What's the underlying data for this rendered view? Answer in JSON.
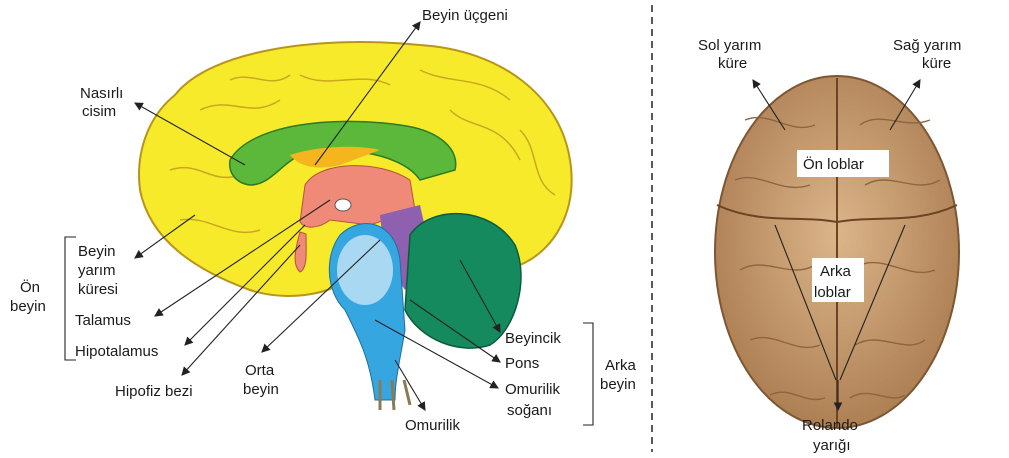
{
  "left_diagram": {
    "labels": {
      "beyin_ucgeni": "Beyin üçgeni",
      "nasirli_cisim": [
        "Nasırlı",
        "cisim"
      ],
      "beyin_yarim_kuresi": [
        "Beyin",
        "yarım",
        "küresi"
      ],
      "on_beyin": [
        "Ön",
        "beyin"
      ],
      "talamus": "Talamus",
      "hipotalamus": "Hipotalamus",
      "hipofiz_bezi": "Hipofiz bezi",
      "orta_beyin": [
        "Orta",
        "beyin"
      ],
      "omurilik": "Omurilik",
      "beyincik": "Beyincik",
      "pons": "Pons",
      "omurilik_sogani": [
        "Omurilik",
        "soğanı"
      ],
      "arka_beyin": [
        "Arka",
        "beyin"
      ]
    },
    "colors": {
      "cerebrum": "#f7ea2a",
      "corpus": "#5cb83a",
      "triangle": "#f5b51c",
      "thalamus": "#ef8a78",
      "midbrain": "#8f5fb0",
      "cerebellum": "#148a5e",
      "stem": "#35a6e0"
    }
  },
  "right_diagram": {
    "labels": {
      "sol_yarim_kure": [
        "Sol yarım",
        "küre"
      ],
      "sag_yarim_kure": [
        "Sağ yarım",
        "küre"
      ],
      "on_loblar": "Ön loblar",
      "arka_loblar": [
        "Arka",
        "loblar"
      ],
      "rolando_yarigi": [
        "Rolando",
        "yarığı"
      ]
    },
    "colors": {
      "brain": "#c49a6c"
    }
  }
}
